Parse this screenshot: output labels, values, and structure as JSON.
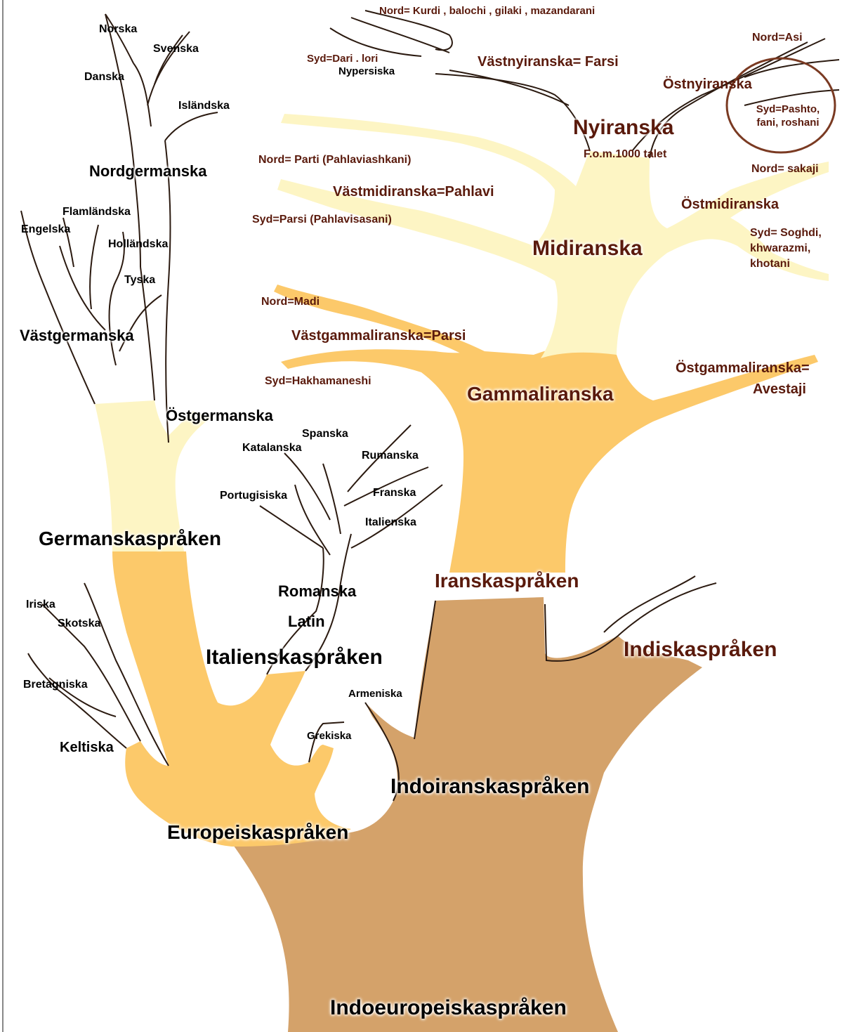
{
  "colors": {
    "trunk": "#d4a26a",
    "orange": "#fcc96a",
    "pale": "#fdf5c4",
    "outline": "#2b1a10",
    "text_dark": "#000000",
    "text_brown": "#5a1a0c",
    "circle": "#7a3a22"
  },
  "labels": {
    "root": "Indoeuropeiskaspråken",
    "indoiranian": "Indoiranskaspråken",
    "european": "Europeiskaspråken",
    "armenian": "Armeniska",
    "greek": "Grekiska",
    "celtic": "Keltiska",
    "irish": "Iriska",
    "scottish": "Skotska",
    "breton": "Bretagniska",
    "italic": "Italienskaspråken",
    "latin": "Latin",
    "romance": "Romanska",
    "portuguese": "Portugisiska",
    "catalan": "Katalanska",
    "spanish": "Spanska",
    "romanian": "Rumanska",
    "french": "Franska",
    "italian": "Italienska",
    "germanic": "Germanskaspråken",
    "east_germanic": "Östgermanska",
    "west_germanic": "Västgermanska",
    "english": "Engelska",
    "flemish": "Flamländska",
    "dutch": "Holländska",
    "german": "Tyska",
    "north_germanic": "Nordgermanska",
    "norwegian": "Norska",
    "swedish": "Svenska",
    "danish": "Danska",
    "icelandic": "Isländska",
    "indic": "Indiskaspråken",
    "iranian": "Iranskaspråken",
    "old_iranian": "Gammaliranska",
    "west_old_iranian": "Västgammaliranska=Parsi",
    "north_madi": "Nord=Madi",
    "south_hakhamaneshi": "Syd=Hakhamaneshi",
    "east_old_iranian_1": "Östgammaliranska=",
    "east_old_iranian_2": "Avestaji",
    "middle_iranian": "Midiranska",
    "west_middle_iranian": "Västmidiranska=Pahlavi",
    "north_parti": "Nord= Parti (Pahlaviashkani)",
    "south_parsi": "Syd=Parsi (Pahlavisasani)",
    "east_middle_iranian": "Östmidiranska",
    "north_sakaji": "Nord= sakaji",
    "south_soghdi_1": "Syd= Soghdi,",
    "south_soghdi_2": "khwarazmi,",
    "south_soghdi_3": "khotani",
    "new_iranian": "Nyiranska",
    "from_1000": "F.o.m.1000 talet",
    "west_new_iranian": "Västnyiranska= Farsi",
    "north_kurdi": "Nord= Kurdi , balochi , gilaki , mazandarani",
    "south_dari": "Syd=Dari . lori",
    "new_persian": "Nypersiska",
    "east_new_iranian": "Östnyiranska",
    "north_asi": "Nord=Asi",
    "south_pashto_1": "Syd=Pashto,",
    "south_pashto_2": "fani, roshani"
  }
}
